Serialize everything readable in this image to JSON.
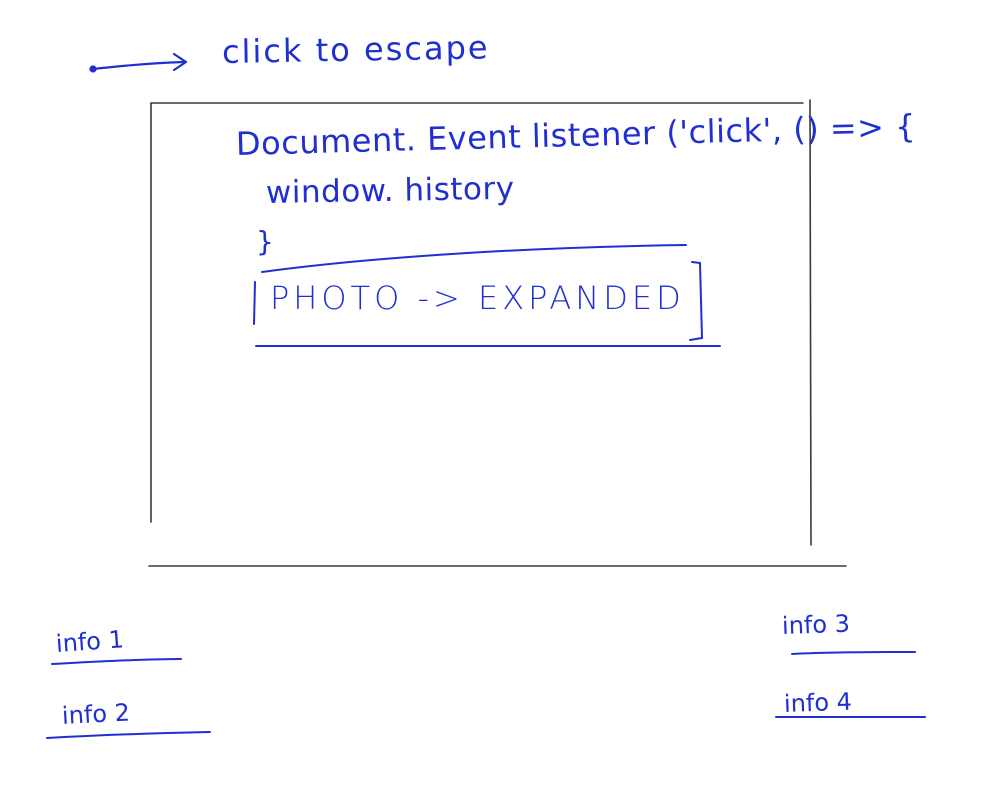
{
  "colors": {
    "ink": "#1f2fd0",
    "frame": "#3a3a3a",
    "background": "#ffffff"
  },
  "escape": {
    "label": "click to escape"
  },
  "code": {
    "line1": "Document. Event listener ('click', () => {",
    "line2": "window. history",
    "line3": "}"
  },
  "photo": {
    "label": "PHOTO -> EXPANDED"
  },
  "info": {
    "item1": "info 1",
    "item2": "info 2",
    "item3": "info 3",
    "item4": "info 4"
  }
}
